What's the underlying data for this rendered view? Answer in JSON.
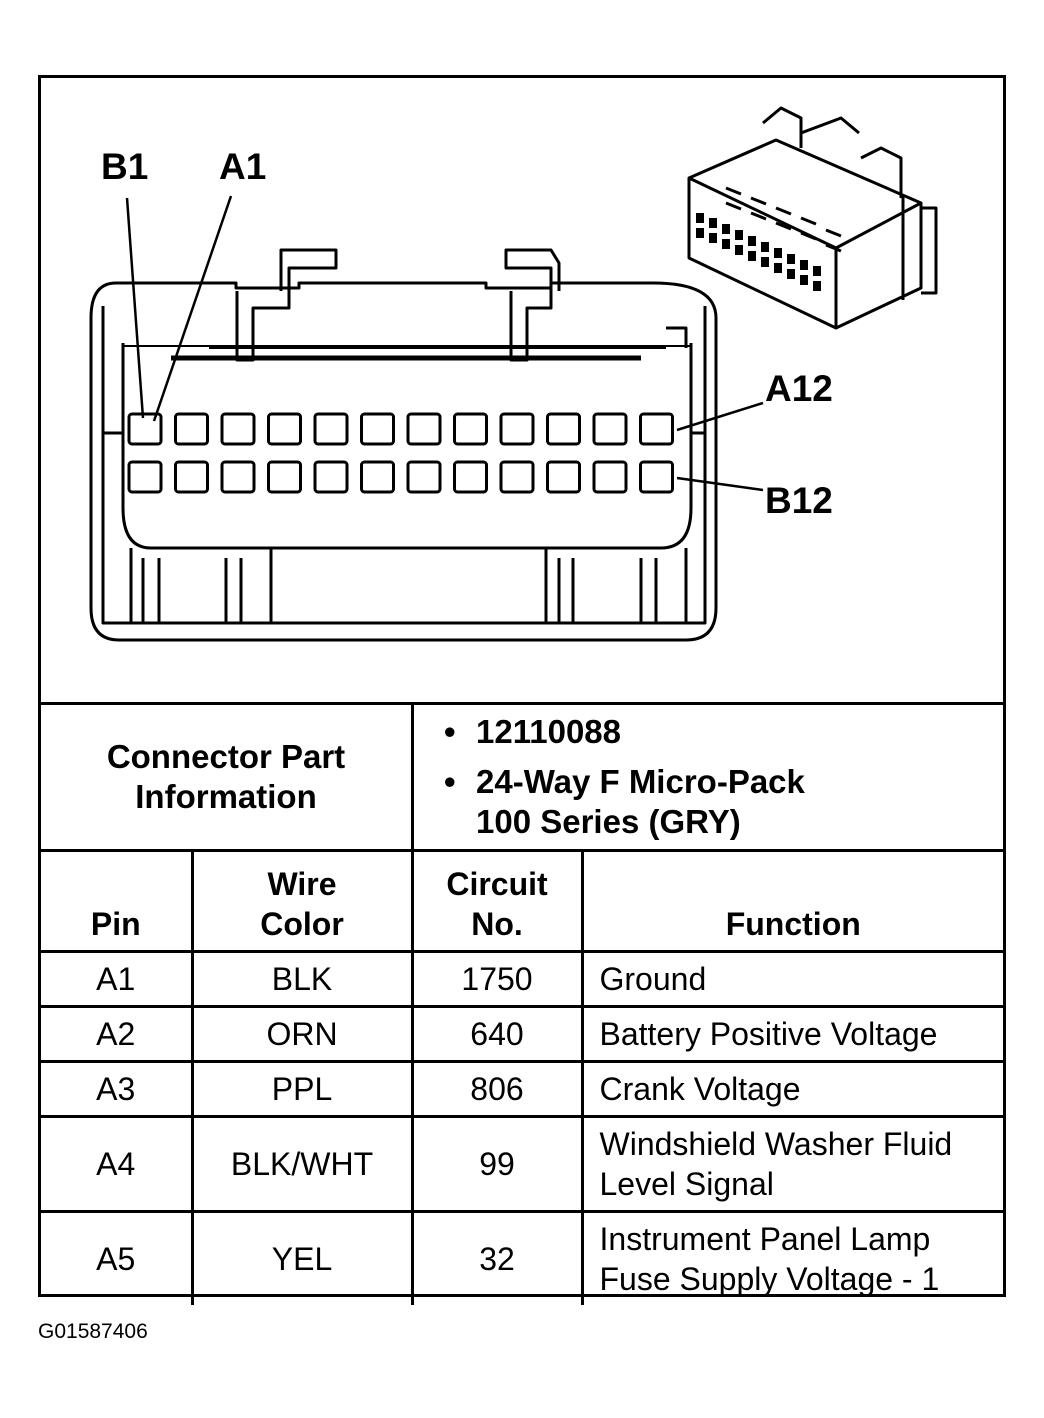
{
  "callouts": {
    "b1": "B1",
    "a1": "A1",
    "a12": "A12",
    "b12": "B12"
  },
  "connector_info": {
    "label": "Connector Part Information",
    "bullet": "•",
    "items": [
      "12110088",
      "24-Way F Micro-Pack 100 Series (GRY)"
    ]
  },
  "table": {
    "headers": {
      "pin": "Pin",
      "wire_color": "Wire Color",
      "circuit_no": "Circuit No.",
      "function": "Function"
    },
    "rows": [
      {
        "pin": "A1",
        "wire_color": "BLK",
        "circuit": "1750",
        "function": "Ground"
      },
      {
        "pin": "A2",
        "wire_color": "ORN",
        "circuit": "640",
        "function": "Battery Positive Voltage"
      },
      {
        "pin": "A3",
        "wire_color": "PPL",
        "circuit": "806",
        "function": "Crank Voltage"
      },
      {
        "pin": "A4",
        "wire_color": "BLK/WHT",
        "circuit": "99",
        "function": "Windshield Washer Fluid Level Signal"
      },
      {
        "pin": "A5",
        "wire_color": "YEL",
        "circuit": "32",
        "function": "Instrument Panel Lamp Fuse Supply Voltage - 1"
      }
    ]
  },
  "figure_code": "G01587406"
}
